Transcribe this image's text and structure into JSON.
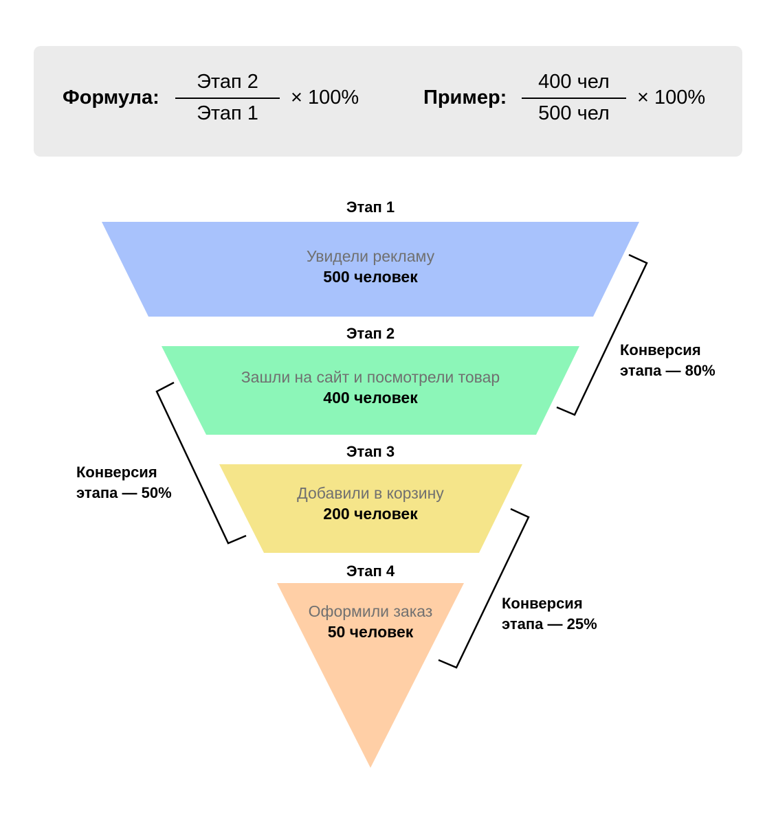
{
  "formula": {
    "label": "Формула:",
    "numerator": "Этап 2",
    "denominator": "Этап 1",
    "multiplier": "× 100%"
  },
  "example": {
    "label": "Пример:",
    "numerator": "400 чел",
    "denominator": "500 чел",
    "multiplier": "× 100%"
  },
  "stages": [
    {
      "title": "Этап 1",
      "description": "Увидели рекламу",
      "count": "500 человек",
      "color": "#a8c2fc"
    },
    {
      "title": "Этап 2",
      "description": "Зашли на сайт и посмотрели товар",
      "count": "400 человек",
      "color": "#8cf6b8"
    },
    {
      "title": "Этап 3",
      "description": "Добавили в корзину",
      "count": "200 человек",
      "color": "#f5e58a"
    },
    {
      "title": "Этап 4",
      "description": "Оформили заказ",
      "count": "50 человек",
      "color": "#ffcfa6"
    }
  ],
  "conversions": [
    {
      "line1": "Конверсия",
      "line2": "этапа — 80%"
    },
    {
      "line1": "Конверсия",
      "line2": "этапа — 50%"
    },
    {
      "line1": "Конверсия",
      "line2": "этапа — 25%"
    }
  ]
}
